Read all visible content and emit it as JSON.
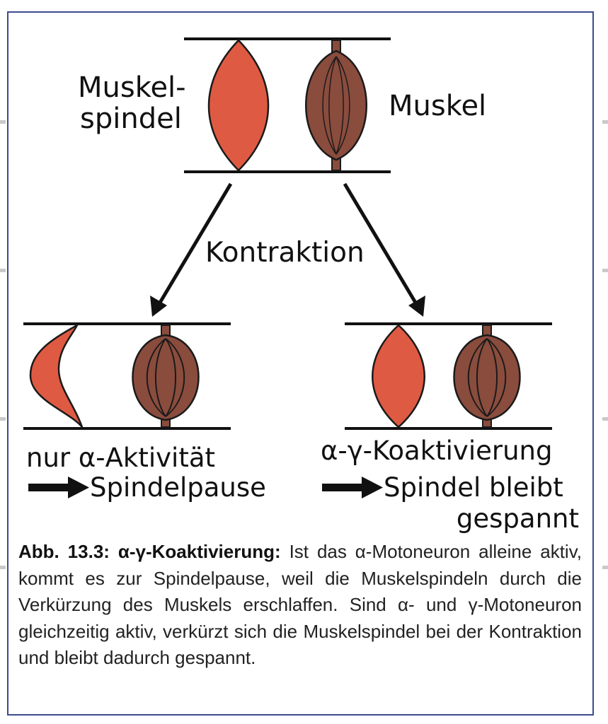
{
  "diagram": {
    "labels": {
      "muskel_spindel_line1": "Muskel-",
      "muskel_spindel_line2": "spindel",
      "muskel": "Muskel",
      "kontraktion": "Kontraktion",
      "left_title": "nur α-Aktivität",
      "left_result": "Spindelpause",
      "right_title": "α-γ-Koaktivierung",
      "right_result_line1": "Spindel bleibt",
      "right_result_line2": "gespannt"
    },
    "colors": {
      "spindle": "#df5a42",
      "muscle": "#8a4c3d",
      "outline": "#1a1a1a",
      "frame": "#3b4c8c"
    }
  },
  "caption": {
    "label": "Abb. 13.3: α-γ-Koaktivierung:",
    "text": "Ist das α-Motoneuron alleine aktiv, kommt es zur Spindelpause, weil die Muskelspindeln durch die Verkürzung des Muskels erschlaffen. Sind α- und γ-Motoneuron gleichzeitig aktiv, verkürzt sich die Muskelspindel bei der Kontraktion und bleibt dadurch gespannt."
  }
}
